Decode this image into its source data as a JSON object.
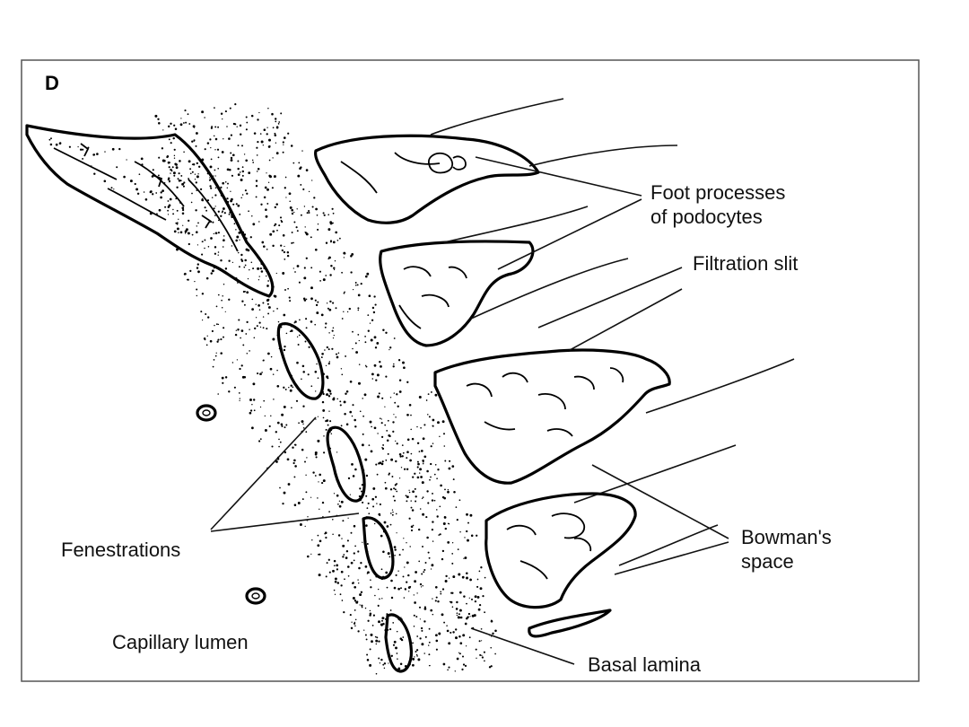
{
  "figure": {
    "panel_letter": "D",
    "labels": {
      "foot_processes": [
        "Foot processes",
        "of podocytes"
      ],
      "filtration_slit": "Filtration slit",
      "bowmans_space": [
        "Bowman's",
        "space"
      ],
      "fenestrations": "Fenestrations",
      "capillary_lumen": "Capillary lumen",
      "basal_lamina": "Basal lamina"
    }
  }
}
